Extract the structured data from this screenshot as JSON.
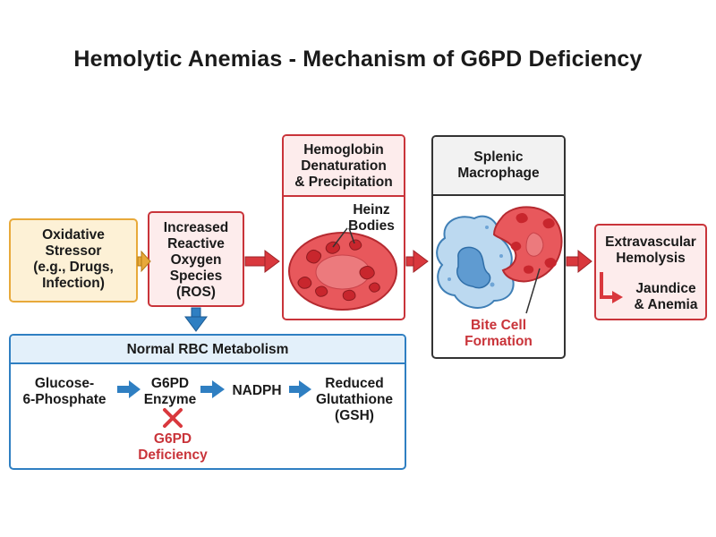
{
  "title": "Hemolytic Anemias - Mechanism of G6PD Deficiency",
  "stressor": {
    "lines": [
      "Oxidative",
      "Stressor",
      "(e.g., Drugs,",
      "Infection)"
    ]
  },
  "ros": {
    "lines": [
      "Increased",
      "Reactive",
      "Oxygen",
      "Species",
      "(ROS)"
    ]
  },
  "hemoglobin": {
    "header_lines": [
      "Hemoglobin",
      "Denaturation",
      "& Precipitation"
    ],
    "heinz_label": [
      "Heinz",
      "Bodies"
    ]
  },
  "macrophage": {
    "header_lines": [
      "Splenic",
      "Macrophage"
    ],
    "bite_label": [
      "Bite Cell",
      "Formation"
    ]
  },
  "hemolysis": {
    "lines": [
      "Extravascular",
      "Hemolysis"
    ],
    "result_lines": [
      "Jaundice",
      "& Anemia"
    ]
  },
  "metabolism": {
    "header": "Normal RBC Metabolism",
    "glucose": [
      "Glucose-",
      "6-Phosphate"
    ],
    "enzyme": [
      "G6PD",
      "Enzyme"
    ],
    "nadph": "NADPH",
    "gsh": [
      "Reduced",
      "Glutathione",
      "(GSH)"
    ],
    "deficiency": [
      "G6PD",
      "Deficiency"
    ]
  },
  "colors": {
    "red": "#c9343a",
    "orange": "#e8a93a",
    "blue": "#2f7fc2",
    "gray": "#333333"
  }
}
